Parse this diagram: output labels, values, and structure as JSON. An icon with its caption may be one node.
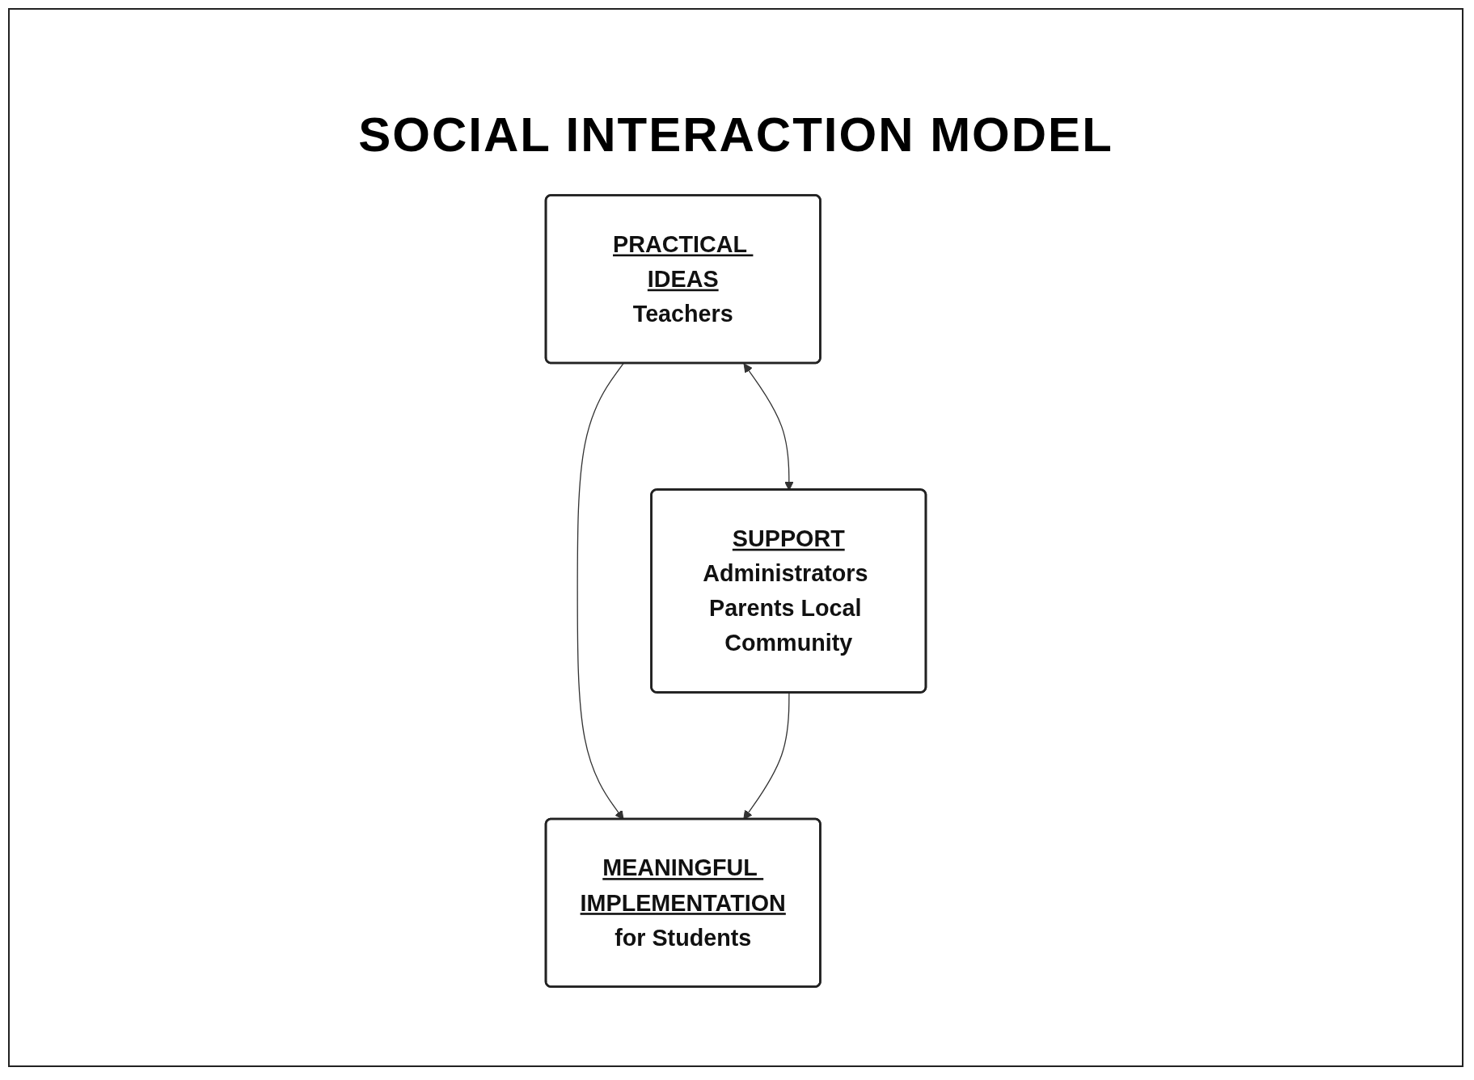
{
  "diagram": {
    "title": "SOCIAL INTERACTION MODEL",
    "nodes": [
      {
        "text": [
          "PRACTICAL IDEAS",
          "Teachers"
        ]
      },
      {
        "text": [
          "SUPPORT",
          "Administrators Parents Local Community"
        ]
      },
      {
        "text": [
          "MEANINGFUL IMPLEMENTATION",
          "for Students"
        ]
      }
    ],
    "edges": [
      {
        "from": 0,
        "to": 1,
        "arrow": "both"
      },
      {
        "from": 0,
        "to": 2,
        "arrow": "to"
      },
      {
        "from": 1,
        "to": 2,
        "arrow": "to"
      }
    ]
  }
}
